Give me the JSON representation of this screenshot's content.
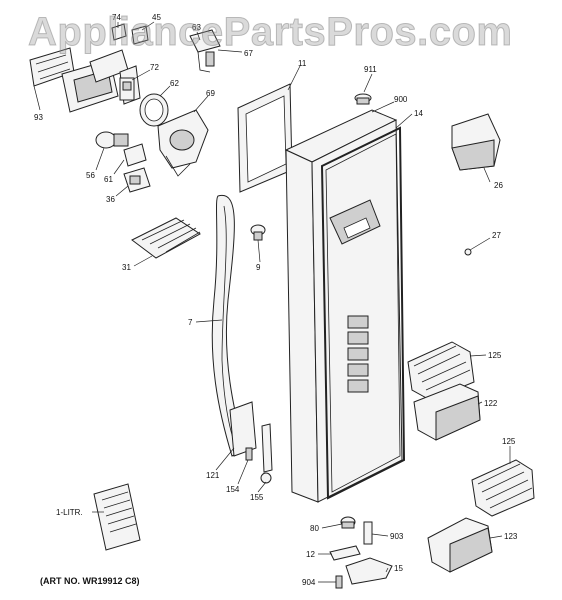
{
  "watermark": "AppliancePartsPros.com",
  "art_number": "(ART NO. WR19912 C8)",
  "callouts": {
    "p74": "74",
    "p45": "45",
    "p63": "63",
    "p67": "67",
    "p72": "72",
    "p93": "93",
    "p62": "62",
    "p69": "69",
    "p56": "56",
    "p61": "61",
    "p36": "36",
    "p11": "11",
    "p911": "911",
    "p900": "900",
    "p14": "14",
    "p26": "26",
    "p27": "27",
    "p31": "31",
    "p9": "9",
    "p7": "7",
    "p125a": "125",
    "p122": "122",
    "p125b": "125",
    "p121": "121",
    "p154": "154",
    "p155": "155",
    "p1litr": "1-LITR.",
    "p80": "80",
    "p903": "903",
    "p12": "12",
    "p123": "123",
    "p15": "15",
    "p904": "904"
  },
  "colors": {
    "line": "#222222",
    "part_fill": "#f4f4f4",
    "shade": "#cfcfcf",
    "watermark": "#969696"
  }
}
